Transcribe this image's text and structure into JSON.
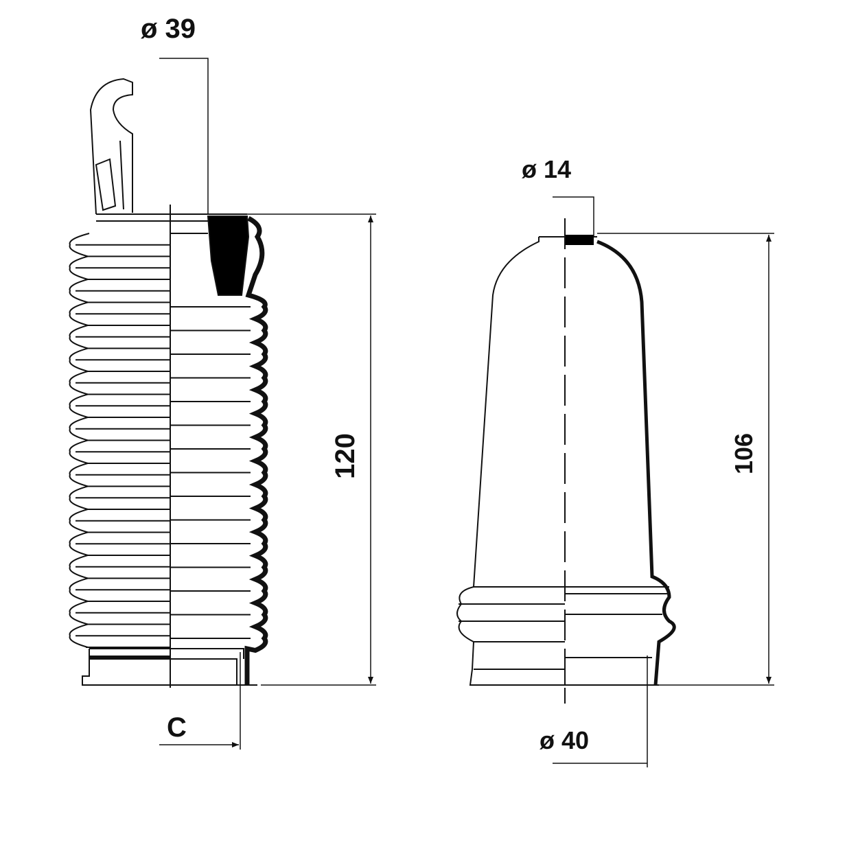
{
  "left_part": {
    "diameter_top": "ø 39",
    "height": "120",
    "bottom_dim": "C"
  },
  "right_part": {
    "diameter_top": "ø 14",
    "height": "106",
    "diameter_bottom": "ø 40"
  },
  "colors": {
    "line": "#111111",
    "fill": "#000000",
    "background": "#ffffff"
  }
}
